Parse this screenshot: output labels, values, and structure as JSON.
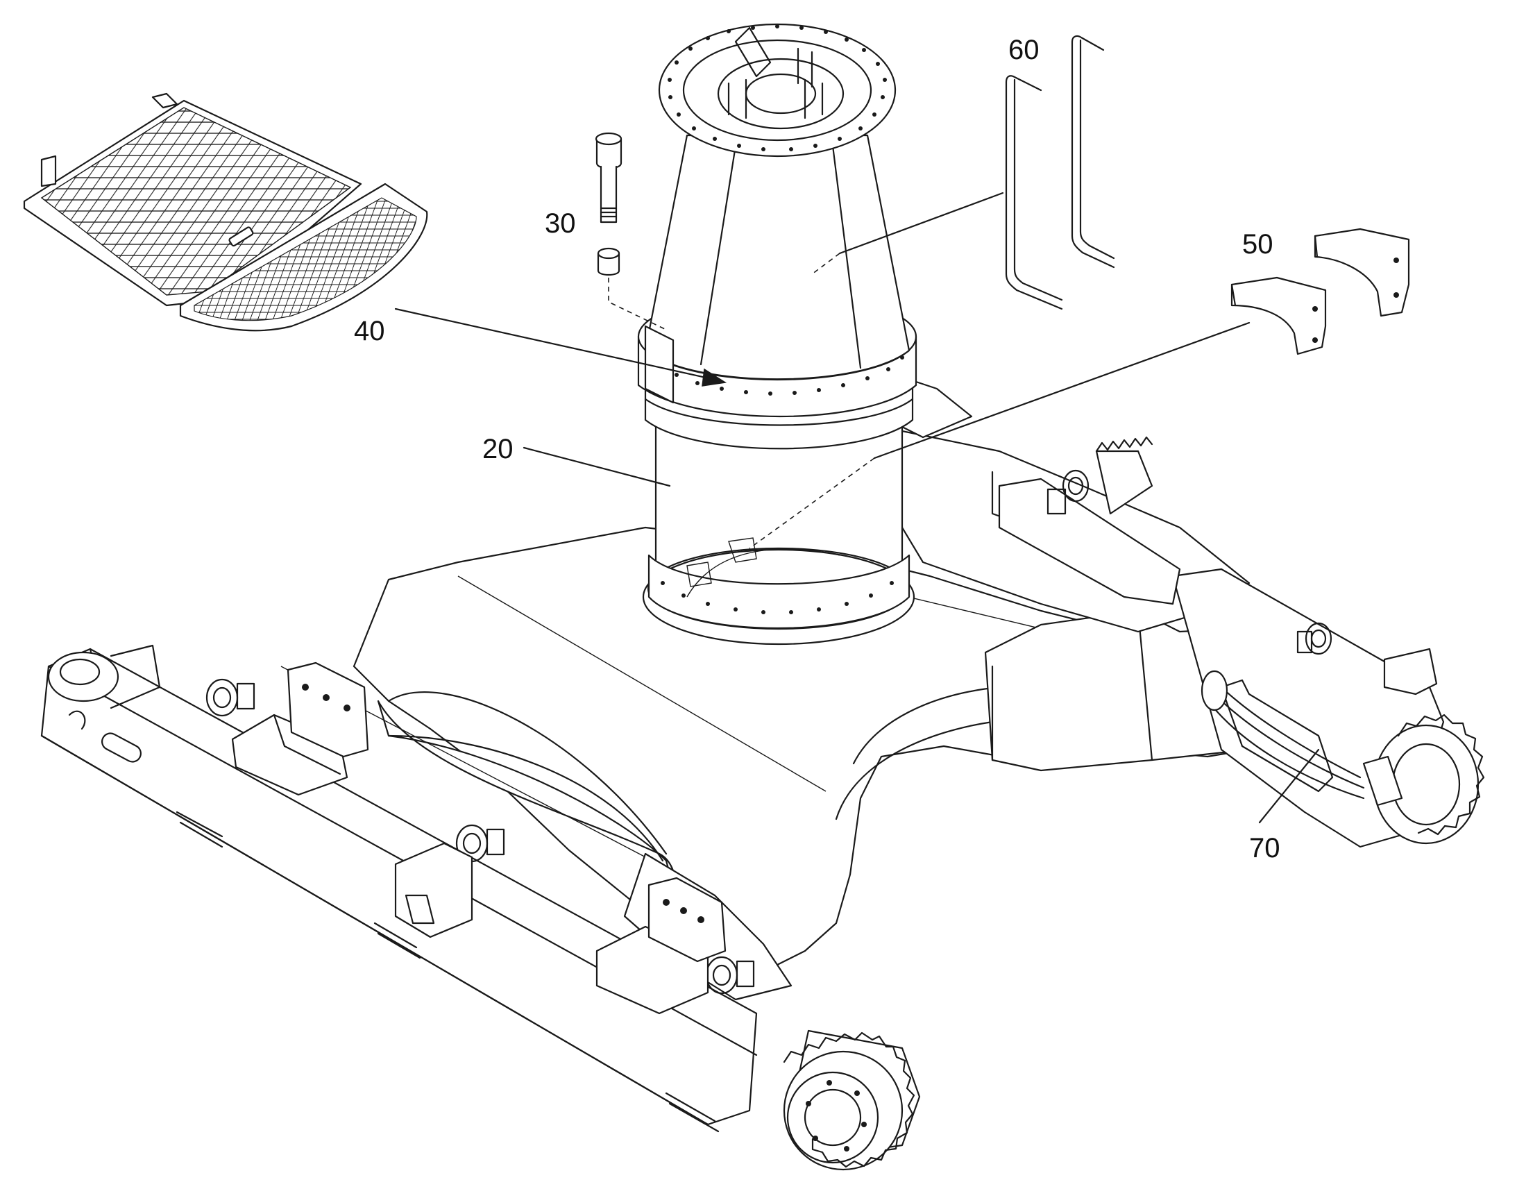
{
  "callouts": [
    {
      "id": "20",
      "label": "20"
    },
    {
      "id": "30",
      "label": "30"
    },
    {
      "id": "40",
      "label": "40"
    },
    {
      "id": "50",
      "label": "50"
    },
    {
      "id": "60",
      "label": "60"
    },
    {
      "id": "70",
      "label": "70"
    }
  ],
  "colors": {
    "ink": "#1a1a1a",
    "background": "#ffffff"
  }
}
